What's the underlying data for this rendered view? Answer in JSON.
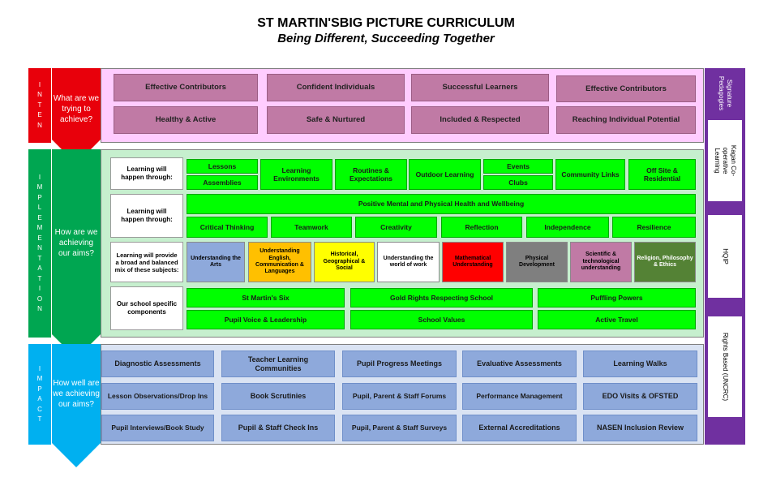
{
  "header": {
    "title": "ST MARTIN'SBIG PICTURE CURRICULUM",
    "subtitle": "Being Different, Succeeding Together"
  },
  "colors": {
    "intent": "#e8000b",
    "implementation": "#00a651",
    "impact": "#00b0f0",
    "signature": "#7030a0",
    "intent_panel": "#ffccff",
    "implementation_panel": "#c6efce",
    "impact_panel": "#dae3f3"
  },
  "intent": {
    "label": [
      "I",
      "N",
      "T",
      "E",
      "N"
    ],
    "question": "What are we trying to achieve?",
    "boxes": [
      "Effective Contributors",
      "Confident Individuals",
      "Successful Learners",
      "Effective Contributors",
      "Healthy & Active",
      "Safe & Nurtured",
      "Included & Respected",
      "Reaching Individual Potential"
    ]
  },
  "implementation": {
    "label": [
      "I",
      "M",
      "P",
      "L",
      "E",
      "M",
      "E",
      "N",
      "T",
      "A",
      "T",
      "I",
      "O",
      "N"
    ],
    "question": "How are we achieving our aims?",
    "row_labels": [
      "Learning will happen through:",
      "Learning will happen through:",
      "Learning will provide a broad and balanced mix of these subjects:",
      "Our school specific components"
    ],
    "row1": {
      "lessons": "Lessons",
      "assemblies": "Assemblies",
      "environments": "Learning Environments",
      "routines": "Routines & Expectations",
      "outdoor": "Outdoor Learning",
      "events": "Events",
      "clubs": "Clubs",
      "community": "Community Links",
      "offsite": "Off Site & Residential"
    },
    "row2_banner": "Positive Mental and Physical Health and Wellbeing",
    "row2_skills": [
      "Critical Thinking",
      "Teamwork",
      "Creativity",
      "Reflection",
      "Independence",
      "Resilience"
    ],
    "subjects": [
      {
        "label": "Understanding the Arts",
        "color": "#8ea9db"
      },
      {
        "label": "Understanding English, Communication & Languages",
        "color": "#ffc000"
      },
      {
        "label": "Historical, Geographical & Social",
        "color": "#ffff00"
      },
      {
        "label": "Understanding the world of work",
        "color": "#ffffff"
      },
      {
        "label": "Mathematical Understanding",
        "color": "#ff0000"
      },
      {
        "label": "Physical Development",
        "color": "#7f7f7f"
      },
      {
        "label": "Scientific & technological understanding",
        "color": "#c07aa5"
      },
      {
        "label": "Religion, Philosophy & Ethics",
        "color": "#548235"
      }
    ],
    "components": [
      "St Martin's Six",
      "Gold Rights Respecting School",
      "Puffling Powers",
      "Pupil Voice & Leadership",
      "School Values",
      "Active Travel"
    ]
  },
  "impact": {
    "label": [
      "I",
      "M",
      "P",
      "A",
      "C",
      "T"
    ],
    "question": "How well are we achieving our aims?",
    "boxes": [
      "Diagnostic Assessments",
      "Teacher Learning Communities",
      "Pupil Progress Meetings",
      "Evaluative Assessments",
      "Learning Walks",
      "Lesson Observations/Drop Ins",
      "Book Scrutinies",
      "Pupil, Parent & Staff Forums",
      "Performance Management",
      "EDO Visits & OFSTED",
      "Pupil Interviews/Book Study",
      "Pupil & Staff Check Ins",
      "Pupil, Parent & Staff Surveys",
      "External Accreditations",
      "NASEN Inclusion Review"
    ]
  },
  "signature": {
    "title": "Signature Pedagogies",
    "items": [
      "Kagan Co-operative Learning",
      "HQIP",
      "Rights Based (UNCRC)"
    ]
  }
}
